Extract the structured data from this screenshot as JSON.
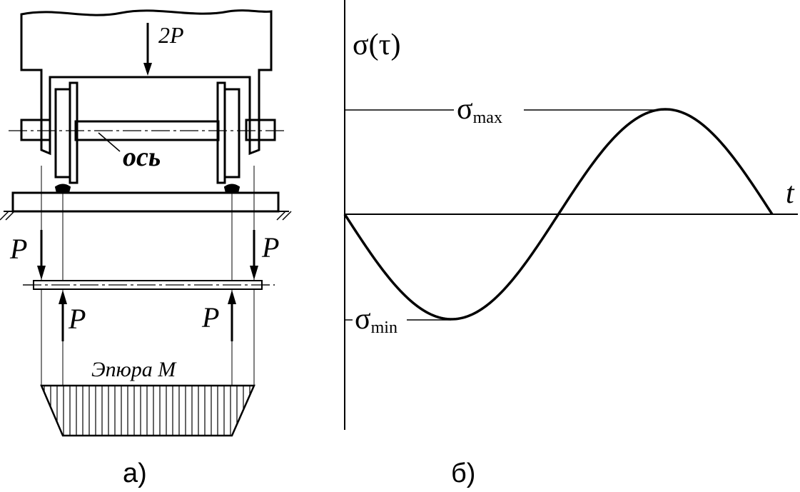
{
  "left_panel": {
    "load_label": "2P",
    "axle_label": "ось",
    "force_left_top": "P",
    "force_right_top": "P",
    "force_left_bottom": "P",
    "force_right_bottom": "P",
    "moment_diagram_label": "Эпюра М",
    "caption": "а)"
  },
  "right_panel": {
    "y_axis_label": "σ(τ)",
    "x_axis_label": "t",
    "max_symbol": "σ",
    "max_subscript": "max",
    "min_symbol": "σ",
    "min_subscript": "min",
    "caption": "б)"
  },
  "chart_data": {
    "type": "line",
    "title": "",
    "xlabel": "t",
    "ylabel": "σ(τ)",
    "curve": "sinusoid starting at 0 going down to σmin, up through 0 to σmax, back to 0",
    "series": [
      {
        "values_normalized": [
          0,
          -1,
          0,
          1,
          0
        ],
        "phases": [
          "start",
          "minimum",
          "zero crossing",
          "maximum",
          "end"
        ]
      }
    ],
    "annotations": [
      "σmax",
      "σmin"
    ],
    "grid": false
  }
}
